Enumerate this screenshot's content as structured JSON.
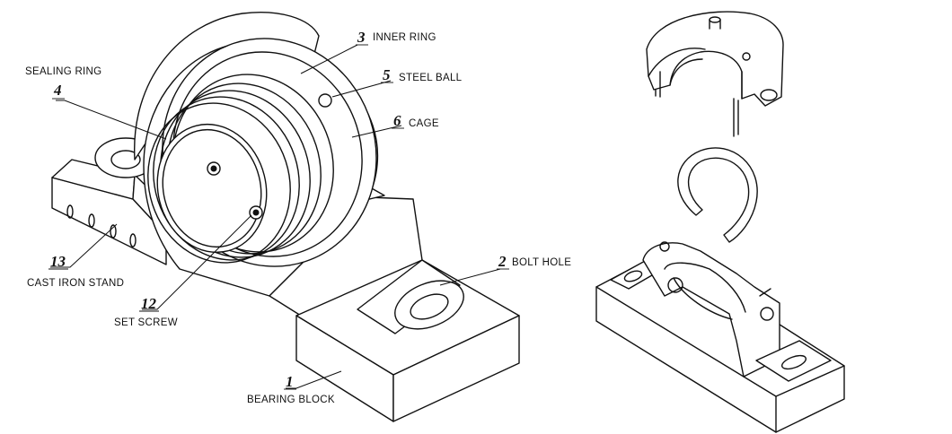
{
  "callouts": [
    {
      "id": "inner-ring",
      "number": "3",
      "label": "INNER RING"
    },
    {
      "id": "steel-ball",
      "number": "5",
      "label": "STEEL BALL"
    },
    {
      "id": "cage",
      "number": "6",
      "label": "CAGE"
    },
    {
      "id": "sealing-ring",
      "number": "4",
      "label": "SEALING RING"
    },
    {
      "id": "bolt-hole",
      "number": "2",
      "label": "BOLT HOLE"
    },
    {
      "id": "cast-iron-stand",
      "number": "13",
      "label": "CAST IRON STAND"
    },
    {
      "id": "set-screw",
      "number": "12",
      "label": "SET SCREW"
    },
    {
      "id": "bearing-block",
      "number": "1",
      "label": "BEARING BLOCK"
    }
  ]
}
